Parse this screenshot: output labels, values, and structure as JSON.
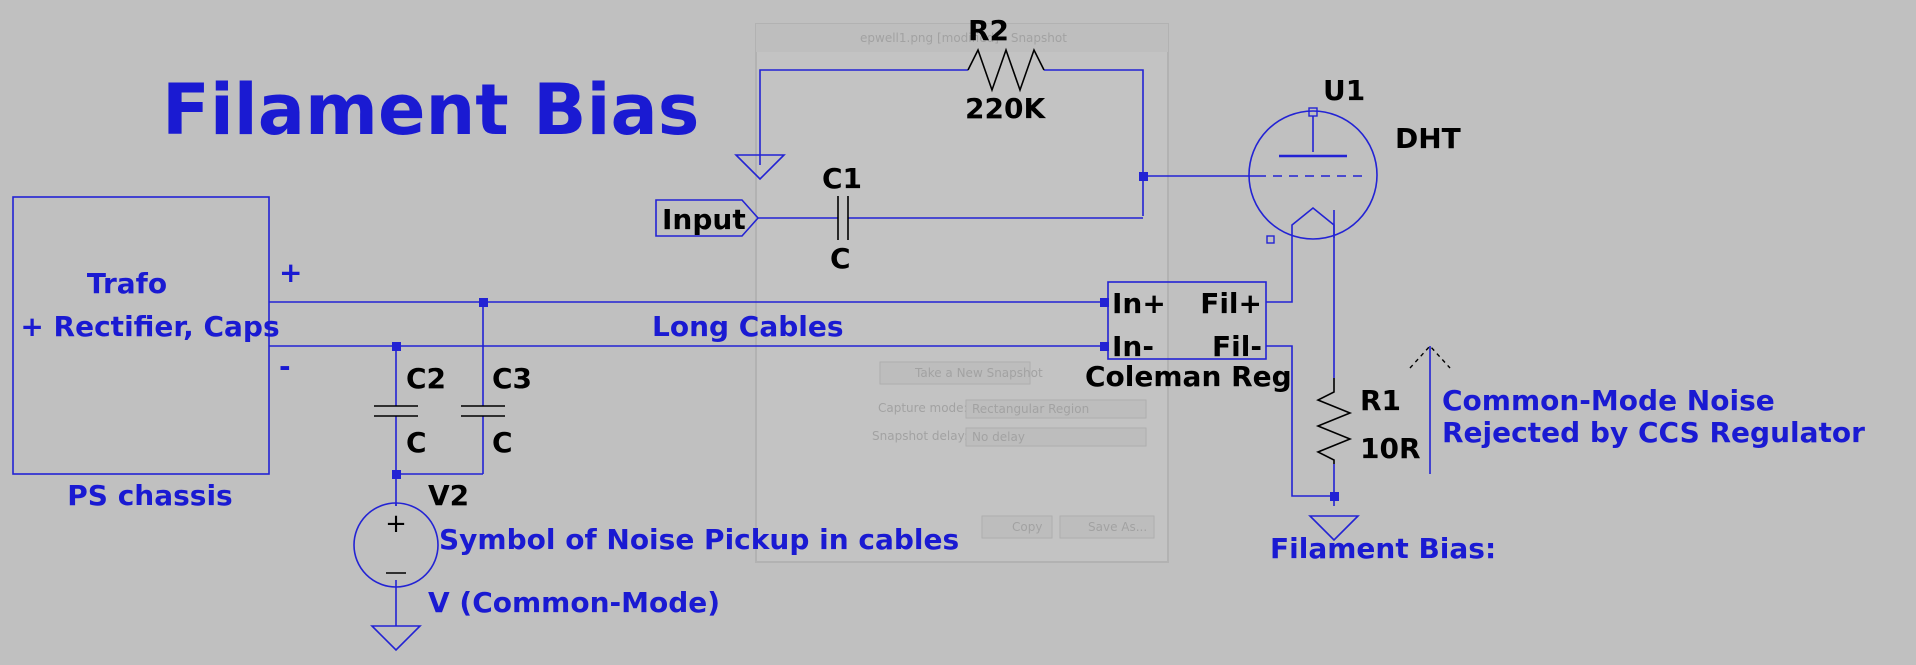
{
  "title": "Filament Bias",
  "colors": {
    "wire": "#2323d4",
    "text_blue": "#1a1ad2",
    "text_black": "#000000",
    "background": "#c0c0c0"
  },
  "ps_block": {
    "line1": "Trafo",
    "line2": "+ Rectifier, Caps",
    "caption": "PS chassis",
    "plus": "+",
    "minus": "-"
  },
  "cable_label": "Long Cables",
  "components": {
    "r2": {
      "name": "R2",
      "value": "220K"
    },
    "c1": {
      "name": "C1",
      "value": "C"
    },
    "c2": {
      "name": "C2",
      "value": "C"
    },
    "c3": {
      "name": "C3",
      "value": "C"
    },
    "r1": {
      "name": "R1",
      "value": "10R"
    },
    "u1": {
      "name": "U1",
      "value": "DHT"
    },
    "v2": {
      "name": "V2",
      "value": "V (Common-Mode)",
      "description": "Symbol of Noise Pickup in cables"
    }
  },
  "input_port": "Input",
  "regulator": {
    "in_plus": "In+",
    "in_minus": "In-",
    "fil_plus": "Fil+",
    "fil_minus": "Fil-",
    "name": "Coleman Reg"
  },
  "annotations": {
    "noise_line1": "Common-Mode Noise",
    "noise_line2": "Rejected by CCS Regulator",
    "filament_bias": "Filament Bias:"
  },
  "background_window": {
    "title": "epwell1.png [modified] - Snapshot",
    "new_snapshot": "Take a New Snapshot",
    "capture_mode_label": "Capture mode:",
    "capture_mode_value": "Rectangular Region",
    "delay_label": "Snapshot delay:",
    "delay_value": "No delay",
    "copy": "Copy",
    "save_as": "Save As..."
  }
}
